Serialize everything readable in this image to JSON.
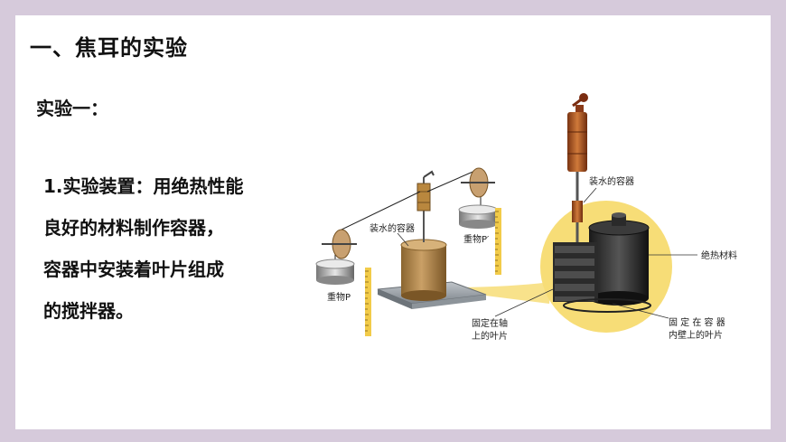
{
  "slide": {
    "title": "一、焦耳的实验",
    "subtitle": "实验一：",
    "body_lines": [
      "1.实验装置：用绝热性能",
      "良好的材料制作容器，",
      "容器中安装着叶片组成",
      "的搅拌器。"
    ]
  },
  "figure": {
    "labels": {
      "container_left": "装水的容器",
      "container_right": "装水的容器",
      "weight_left": "重物P",
      "weight_right": "重物P′",
      "insulation": "绝热材料",
      "blades_axis": [
        "固定在轴",
        "上的叶片"
      ],
      "blades_wall": [
        "固 定 在 容 器",
        "内壁上的叶片"
      ]
    },
    "colors": {
      "background": "#d6cadb",
      "slide": "#ffffff",
      "highlight": "#f7dd77",
      "container": "#b58a4e",
      "copper": "#b25a25"
    }
  }
}
